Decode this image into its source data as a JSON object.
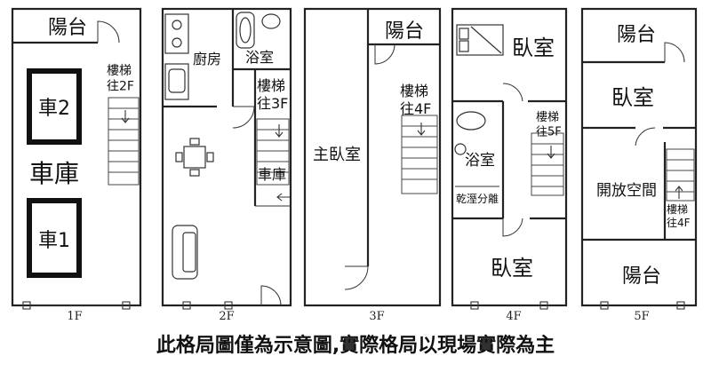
{
  "floors": {
    "f1": {
      "floor_label": "1F",
      "balcony": "陽台",
      "stairs": "樓梯\n往2F",
      "garage": "車庫",
      "car_upper": "車2",
      "car_lower": "車1"
    },
    "f2": {
      "floor_label": "2F",
      "kitchen": "廚房",
      "bathroom": "浴室",
      "stairs": "樓梯\n往3F",
      "garage": "車庫"
    },
    "f3": {
      "floor_label": "3F",
      "balcony": "陽台",
      "master_bedroom": "主臥室",
      "stairs": "樓梯\n往4F"
    },
    "f4": {
      "floor_label": "4F",
      "bedroom_top": "臥室",
      "bathroom": "浴室",
      "wet_dry": "乾溼分離",
      "stairs": "樓梯\n往5F",
      "bedroom_bottom": "臥室"
    },
    "f5": {
      "floor_label": "5F",
      "balcony_top": "陽台",
      "bedroom": "臥室",
      "open_space": "開放空間",
      "stairs": "樓梯\n往4F",
      "balcony_bottom": "陽台"
    }
  },
  "caption": "此格局圖僅為示意圖,實際格局以現場實際為主"
}
